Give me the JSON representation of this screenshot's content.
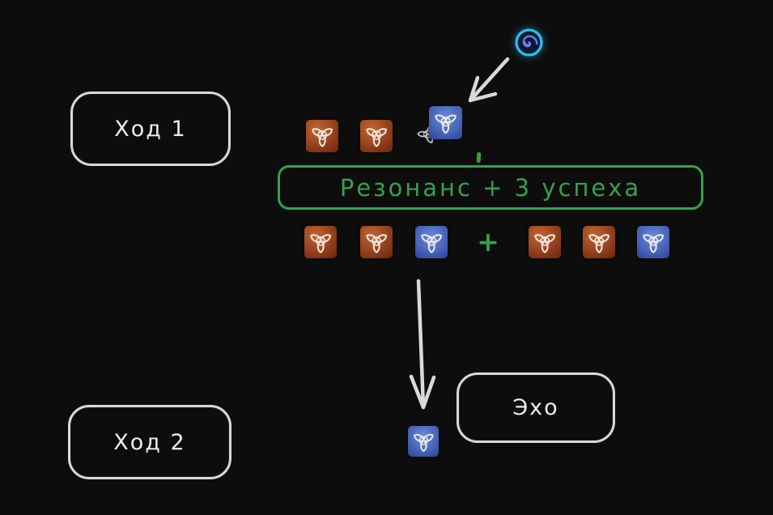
{
  "colors": {
    "background": "#0d0d0d",
    "stroke_light": "#d9d9d9",
    "accent_green": "#35a14b",
    "die_red": "#9a4520",
    "die_blue": "#4663b5",
    "spiral_ring": "#2fb9f2",
    "spiral_core": "#0a1b2e",
    "spiral_swirl": "#6b79e8"
  },
  "boxes": {
    "turn1": {
      "label": "Ход 1"
    },
    "turn2": {
      "label": "Ход 2"
    },
    "echo": {
      "label": "Эхо"
    },
    "resonance": {
      "label": "Резонанс + 3 успеха"
    }
  },
  "icons": {
    "spiral": "magic-vortex",
    "die_symbol": "triquetra-rune"
  },
  "dice": {
    "turn1_row": [
      "red",
      "red",
      "ghost",
      "blue"
    ],
    "result_row_left": [
      "red",
      "red",
      "blue"
    ],
    "plus": "+",
    "result_row_right": [
      "red",
      "red",
      "blue"
    ],
    "turn2_die": "blue"
  }
}
